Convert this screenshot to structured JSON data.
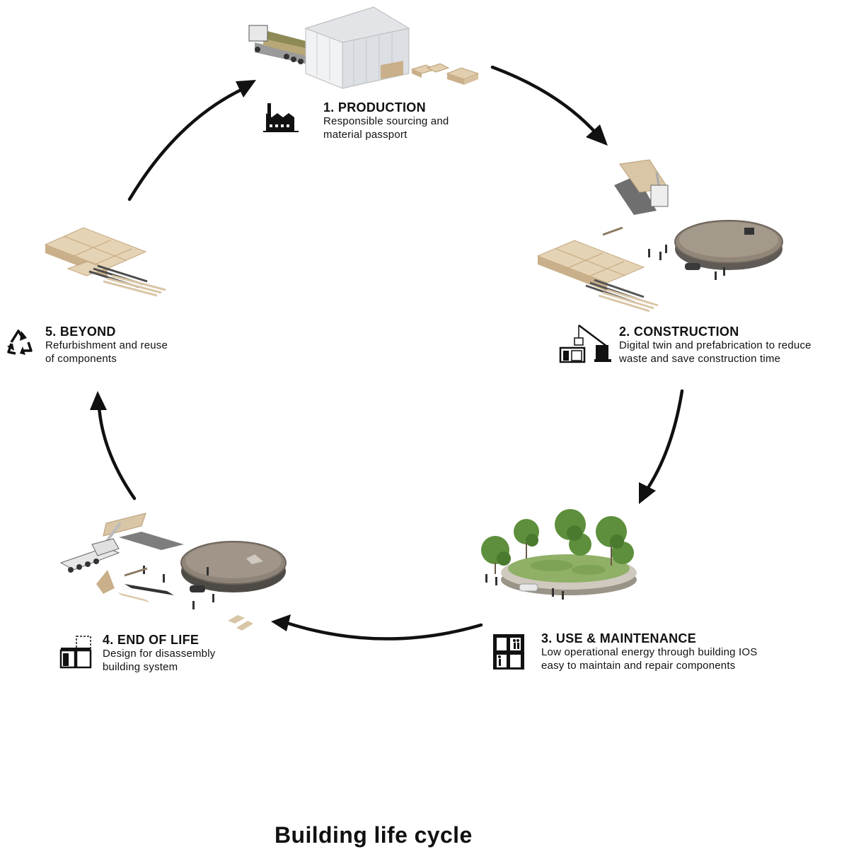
{
  "title": "Building life cycle",
  "stages": [
    {
      "title": "1. PRODUCTION",
      "line1": "Responsible sourcing and",
      "line2": "material passport",
      "icon": "factory-icon"
    },
    {
      "title": "2. CONSTRUCTION",
      "line1": "Digital twin and prefabrication to reduce",
      "line2": "waste and save construction time",
      "icon": "crane-icon"
    },
    {
      "title": "3. USE & MAINTENANCE",
      "line1": "Low operational energy through building IOS",
      "line2": "easy to maintain and repair components",
      "icon": "building-people-icon"
    },
    {
      "title": "4. END OF LIFE",
      "line1": "Design for disassembly",
      "line2": "building system",
      "icon": "disassembly-icon"
    },
    {
      "title": "5. BEYOND",
      "line1": "Refurbishment and reuse",
      "line2": "of components",
      "icon": "recycle-icon"
    }
  ],
  "colors": {
    "ink": "#111111",
    "timber": "#e2cfb0",
    "timber_dark": "#c9b08a",
    "roof": "#8f8478",
    "tree": "#5e8f3c",
    "greenroof": "#8fb066",
    "steel": "#cfd2d6"
  }
}
